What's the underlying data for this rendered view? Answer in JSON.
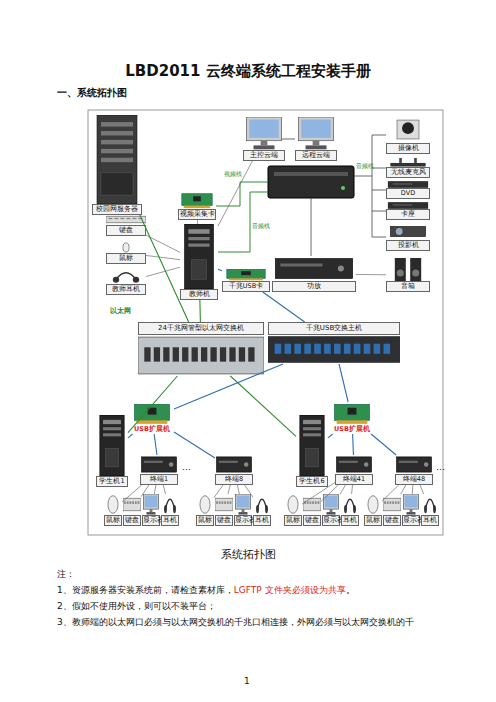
{
  "diagram": {
    "title": "LBD2011 云终端系统工程安装手册",
    "caption": "系统拓扑图",
    "nodes": [
      {
        "text": [
          "校园网服务器"
        ]
      },
      {
        "text": [
          "主控云端"
        ]
      },
      {
        "text": [
          "远程云端"
        ]
      },
      {
        "text": [
          "摄像机"
        ]
      },
      {
        "text": [
          "无线麦克风"
        ]
      },
      {
        "text": [
          "DVD"
        ]
      },
      {
        "text": [
          "卡座"
        ]
      },
      {
        "text": [
          "投影机"
        ]
      },
      {
        "text": [
          "视频采集卡"
        ]
      },
      {
        "text": [
          "键盘"
        ]
      },
      {
        "text": [
          "鼠标"
        ]
      },
      {
        "text": [
          "教师耳机"
        ]
      },
      {
        "text": [
          "教师机"
        ]
      },
      {
        "text": [
          "千兆USB卡"
        ]
      },
      {
        "text": [
          "功放"
        ]
      },
      {
        "text": [
          "音箱"
        ]
      },
      {
        "text": [
          "24千兆网管型以太网交换机"
        ]
      },
      {
        "text": [
          "千兆USB交换主机"
        ]
      },
      {
        "text": [
          "学生机1"
        ]
      },
      {
        "text": [
          "USB扩展机"
        ]
      },
      {
        "text": [
          "终端1"
        ]
      },
      {
        "text": [
          "终端8"
        ]
      },
      {
        "text": [
          "学生机6"
        ]
      },
      {
        "text": [
          "USB扩展机"
        ]
      },
      {
        "text": [
          "终端41"
        ]
      },
      {
        "text": [
          "终端48"
        ]
      },
      {
        "text": [
          "鼠标"
        ]
      },
      {
        "text": [
          "键盘"
        ]
      },
      {
        "text": [
          "显示器"
        ]
      },
      {
        "text": [
          "耳机"
        ]
      },
      {
        "text": [
          "鼠标"
        ]
      },
      {
        "text": [
          "键盘"
        ]
      },
      {
        "text": [
          "显示器"
        ]
      },
      {
        "text": [
          "耳机"
        ]
      },
      {
        "text": [
          "鼠标"
        ]
      },
      {
        "text": [
          "键盘"
        ]
      },
      {
        "text": [
          "显示器"
        ]
      },
      {
        "text": [
          "耳机"
        ]
      },
      {
        "text": [
          "鼠标"
        ]
      },
      {
        "text": [
          "键盘"
        ]
      },
      {
        "text": [
          "显示器"
        ]
      },
      {
        "text": [
          "耳机"
        ]
      }
    ],
    "edges": [
      {
        "from": 12,
        "to": 1,
        "arrow": "none"
      },
      {
        "from": 12,
        "to": 8,
        "arrow": "none"
      },
      {
        "from": 12,
        "to": 9,
        "arrow": "none"
      },
      {
        "from": 12,
        "to": 10,
        "arrow": "none"
      },
      {
        "from": 12,
        "to": 11,
        "arrow": "none"
      },
      {
        "from": 12,
        "to": 13,
        "arrow": "none"
      },
      {
        "from": 12,
        "to": 16,
        "arrow": "none"
      },
      {
        "from": 0,
        "to": 16,
        "arrow": "none"
      },
      {
        "from": 13,
        "to": 17,
        "arrow": "none"
      },
      {
        "from": 14,
        "to": 15,
        "arrow": "none"
      },
      {
        "from": 16,
        "to": 18,
        "arrow": "none"
      },
      {
        "from": 16,
        "to": 22,
        "arrow": "none"
      },
      {
        "from": 17,
        "to": 19,
        "arrow": "none"
      },
      {
        "from": 17,
        "to": 23,
        "arrow": "none"
      },
      {
        "from": 18,
        "to": 19,
        "arrow": "none"
      },
      {
        "from": 22,
        "to": 23,
        "arrow": "none"
      },
      {
        "from": 19,
        "to": 20,
        "arrow": "none"
      },
      {
        "from": 19,
        "to": 21,
        "arrow": "none"
      },
      {
        "from": 23,
        "to": 24,
        "arrow": "none"
      },
      {
        "from": 23,
        "to": 25,
        "arrow": "none"
      },
      {
        "from": 20,
        "to": 26,
        "arrow": "none"
      },
      {
        "from": 20,
        "to": 27,
        "arrow": "none"
      },
      {
        "from": 20,
        "to": 28,
        "arrow": "none"
      },
      {
        "from": 20,
        "to": 29,
        "arrow": "none"
      },
      {
        "from": 21,
        "to": 30,
        "arrow": "none"
      },
      {
        "from": 21,
        "to": 31,
        "arrow": "none"
      },
      {
        "from": 21,
        "to": 32,
        "arrow": "none"
      },
      {
        "from": 21,
        "to": 33,
        "arrow": "none"
      },
      {
        "from": 24,
        "to": 34,
        "arrow": "none"
      },
      {
        "from": 24,
        "to": 35,
        "arrow": "none"
      },
      {
        "from": 24,
        "to": 36,
        "arrow": "none"
      },
      {
        "from": 24,
        "to": 37,
        "arrow": "none"
      },
      {
        "from": 25,
        "to": 38,
        "arrow": "none"
      },
      {
        "from": 25,
        "to": 39,
        "arrow": "none"
      },
      {
        "from": 25,
        "to": 40,
        "arrow": "none"
      },
      {
        "from": 25,
        "to": 41,
        "arrow": "none"
      }
    ],
    "labels": [
      "一、系统拓扑图",
      "以太网",
      "视频线",
      "音频线",
      "音频线",
      "…",
      "…",
      "注：",
      "1、资源服务器安装系统前，请检查素材库，",
      "LGFTP 文件夹必须设为共享",
      "。",
      "2、假如不使用外设，则可以不装平台；",
      "3、教师端的以太网口必须与以太网交换机的千兆口相连接，外网必须与以太网交换机的千",
      "1"
    ]
  }
}
